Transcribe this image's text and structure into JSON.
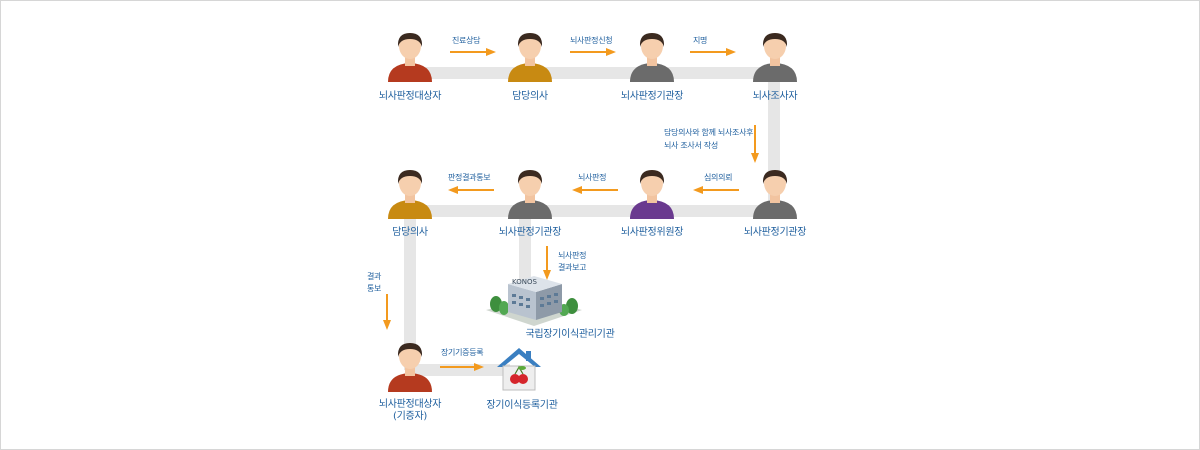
{
  "colors": {
    "label": "#1f5f9e",
    "arrow": "#f39a1e",
    "band": "#e6e6e6",
    "shirt_red": "#b53a1f",
    "shirt_gold": "#c88a12",
    "shirt_gray": "#6b6b6b",
    "shirt_purple": "#6a3a8f"
  },
  "nodes": {
    "patient": "뇌사판정대상자",
    "doctor1": "담당의사",
    "agency1": "뇌사판정기관장",
    "investigator": "뇌사조사자",
    "agency2": "뇌사판정기관장",
    "committee": "뇌사판정위원장",
    "agency3": "뇌사판정기관장",
    "doctor2": "담당의사",
    "donor_line1": "뇌사판정대상자",
    "donor_line2": "(기증자)",
    "konos": "국립장기이식관리기관",
    "konos_sign": "KONOS",
    "registry": "장기이식등록기관"
  },
  "edges": {
    "consult": "진료상담",
    "apply": "뇌사판정신청",
    "appoint": "지명",
    "investigate_line1": "담당의사와 함께 뇌사조사후",
    "investigate_line2": "뇌사 조사서 작성",
    "deliberate": "심의의뢰",
    "decision": "뇌사판정",
    "notify_result": "판정결과통보",
    "report_line1": "뇌사판정",
    "report_line2": "결과보고",
    "result_line1": "결과",
    "result_line2": "통보",
    "register": "장기기증등록"
  }
}
